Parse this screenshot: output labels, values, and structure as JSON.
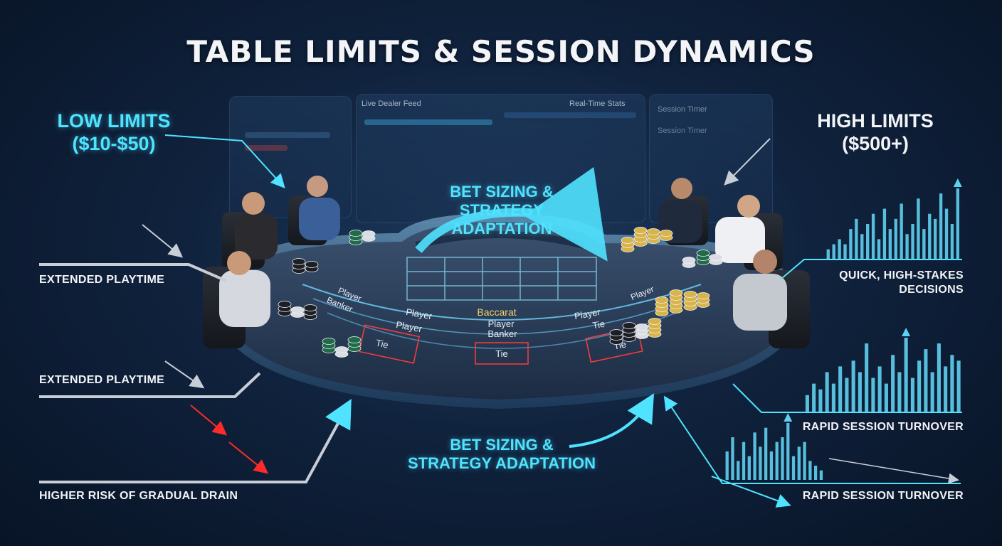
{
  "title": "TABLE LIMITS & SESSION DYNAMICS",
  "labels": {
    "low_limits_line1": "LOW LIMITS",
    "low_limits_line2": "($10-$50)",
    "high_limits_line1": "HIGH LIMITS",
    "high_limits_line2": "($500+)",
    "extended_playtime_1": "EXTENDED PLAYTIME",
    "extended_playtime_2": "EXTENDED PLAYTIME",
    "higher_risk": "HIGHER RISK OF GRADUAL DRAIN",
    "bet_sizing_top_line1": "BET SIZING &",
    "bet_sizing_top_line2": "STRATEGY",
    "bet_sizing_top_line3": "ADAPTATION",
    "bet_sizing_bottom_line1": "BET SIZING &",
    "bet_sizing_bottom_line2": "STRATEGY ADAPTATION",
    "quick_decisions_line1": "QUICK, HIGH-STAKES",
    "quick_decisions_line2": "DECISIONS",
    "rapid_turnover_1": "RAPID SESSION TURNOVER",
    "rapid_turnover_2": "RAPID SESSION TURNOVER"
  },
  "dashboard": {
    "live_dealer_feed": "Live Dealer Feed",
    "real_time_stats": "Real-Time Stats",
    "session_timer": "Session Timer",
    "session_timer_2": "Session Timer"
  },
  "table": {
    "baccarat": "Baccarat",
    "player": "Player",
    "banker": "Banker",
    "tie": "Tie"
  },
  "colors": {
    "accent": "#4fe3ff",
    "risk": "#ff2a2a",
    "label": "#f1f3f7",
    "felt": "#2b3c55",
    "chart": "#5fd0f0"
  },
  "chart_data": [
    {
      "type": "bar",
      "values": [
        2,
        3,
        4,
        3,
        6,
        8,
        5,
        7,
        9,
        4,
        10,
        6,
        8,
        11,
        5,
        7,
        12,
        6,
        9,
        8,
        13,
        10,
        7,
        14
      ]
    },
    {
      "type": "bar",
      "values": [
        3,
        5,
        4,
        7,
        5,
        8,
        6,
        9,
        7,
        12,
        6,
        8,
        5,
        10,
        7,
        13,
        6,
        9,
        11,
        7,
        12,
        8,
        10,
        9
      ]
    },
    {
      "type": "bar",
      "values": [
        6,
        9,
        4,
        8,
        5,
        10,
        7,
        11,
        6,
        8,
        9,
        12,
        5,
        7,
        8,
        4,
        3,
        2
      ]
    }
  ]
}
